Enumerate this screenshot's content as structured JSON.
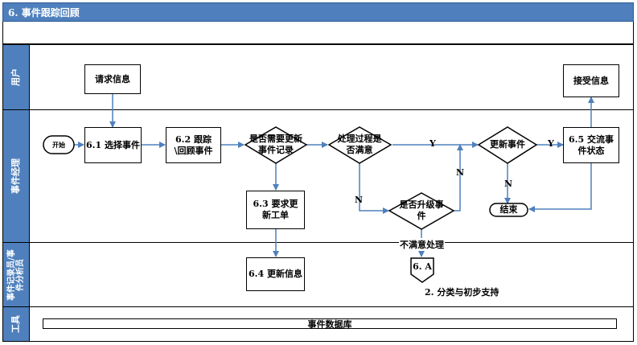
{
  "title": "6. 事件跟踪回顾",
  "lanes": {
    "user": "用户",
    "manager": "事件经理",
    "recorder": "事件记录员/事件分析员",
    "tools": "工具"
  },
  "nodes": {
    "start": "开始",
    "request_info": "请求信息",
    "select_event": "6.1 选择事件",
    "track_review": "6.2 跟踪\\回顾事件",
    "need_update": "是否需要更新事件记录",
    "process_ok": "处理过程是否满意",
    "request_update": "6.3 要求更新工单",
    "upgrade": "是否升级事件",
    "update_event": "更新事件",
    "exchange_state": "6.5 交流事件状态",
    "accept_info": "接受信息",
    "end": "结束",
    "update_info": "6.4 更新信息",
    "connector": "6. A",
    "classify_support": "2. 分类与初步支持",
    "database": "事件数据库"
  },
  "edge_labels": {
    "y1": "Y",
    "y2": "Y",
    "n_process": "N",
    "n_upgrade": "N",
    "n_update": "N",
    "unsatisfied": "不满意处理"
  },
  "colors": {
    "header_blue": "#4f80bd",
    "arrow_blue": "#4f80bd"
  }
}
